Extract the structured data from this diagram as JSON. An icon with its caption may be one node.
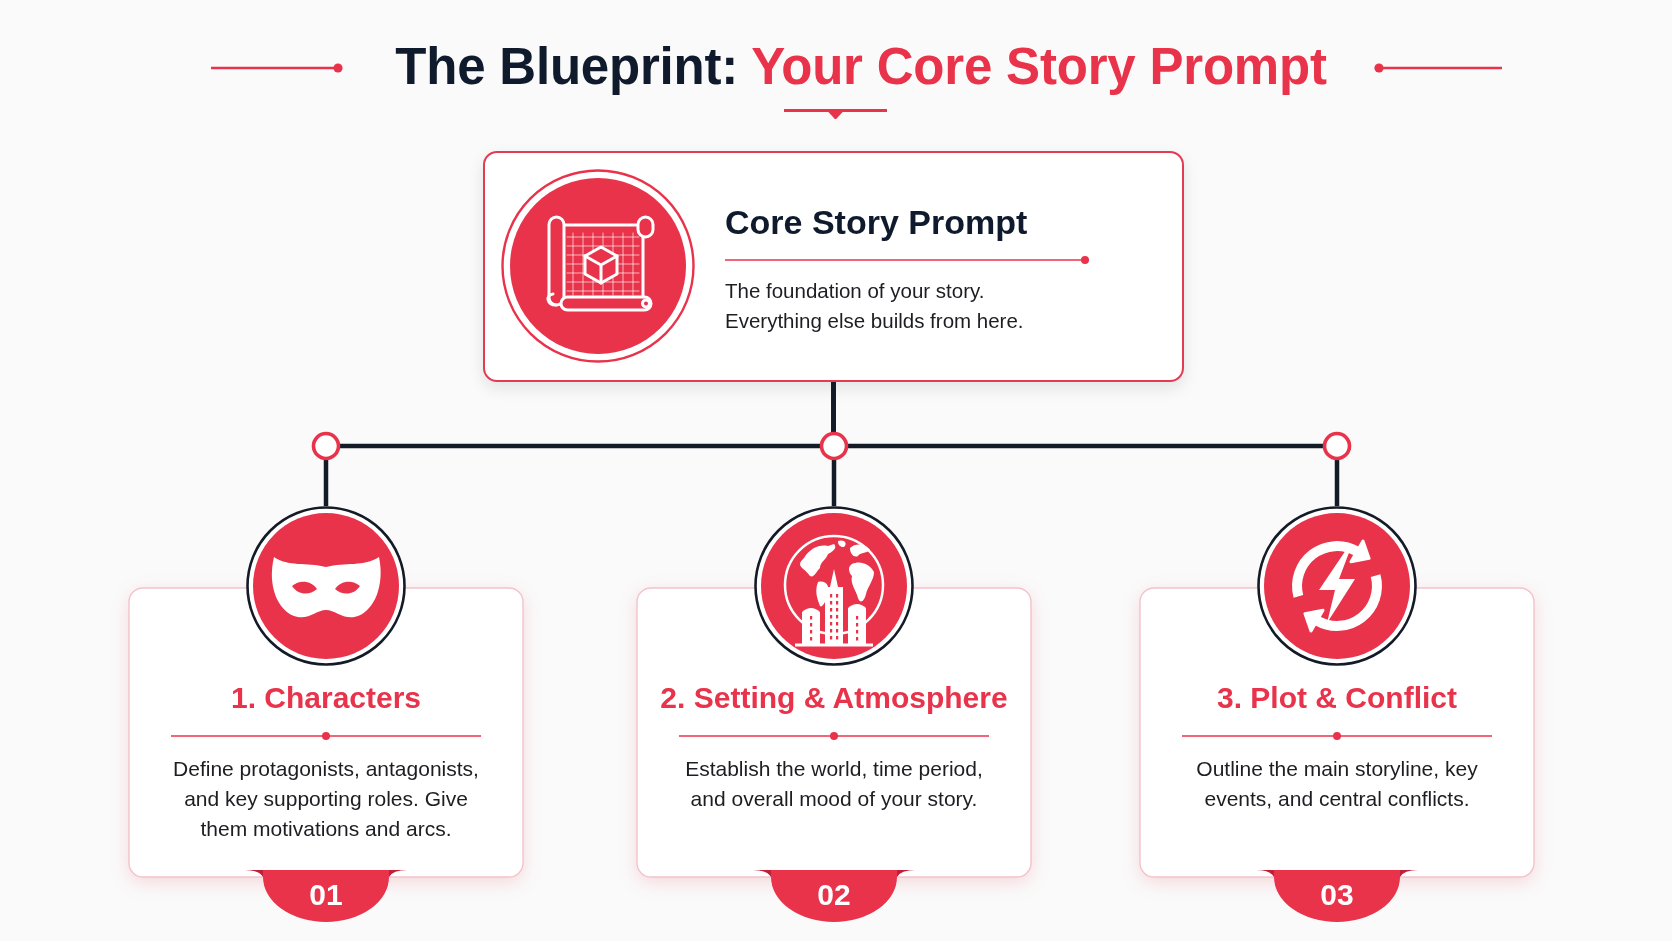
{
  "diagram": {
    "title": "The Blueprint: Your Core Story Prompt",
    "nodes": [
      {
        "text": [
          "Core Story Prompt",
          "The foundation of your story. Everything else builds from here."
        ]
      },
      {
        "text": [
          "1. Characters",
          "Define protagonists, antagonists, and key supporting roles. Give them motivations and arcs.",
          "01"
        ]
      },
      {
        "text": [
          "2. Setting & Atmosphere",
          "Establish the world, time period, and overall mood of your story.",
          "02"
        ]
      },
      {
        "text": [
          "3. Plot & Conflict",
          "Outline the main storyline, key events, and central conflicts.",
          "03"
        ]
      }
    ],
    "edges": [
      {
        "from": 0,
        "to": 1,
        "arrow": "none"
      },
      {
        "from": 0,
        "to": 2,
        "arrow": "none"
      },
      {
        "from": 0,
        "to": 3,
        "arrow": "none"
      }
    ]
  }
}
